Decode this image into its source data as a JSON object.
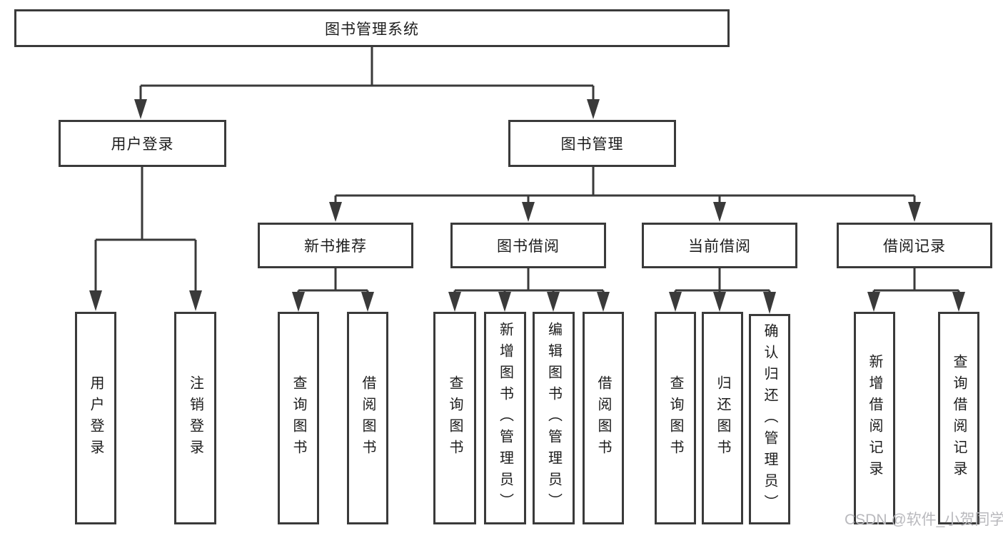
{
  "tree": {
    "root": "图书管理系统",
    "branches": [
      {
        "label": "用户登录",
        "children": [
          {
            "label": "用户登录"
          },
          {
            "label": "注销登录"
          }
        ]
      },
      {
        "label": "图书管理",
        "children": [
          {
            "label": "新书推荐",
            "children": [
              {
                "label": "查询图书"
              },
              {
                "label": "借阅图书"
              }
            ]
          },
          {
            "label": "图书借阅",
            "children": [
              {
                "label": "查询图书"
              },
              {
                "label": "新增图书（管理员）"
              },
              {
                "label": "编辑图书（管理员）"
              },
              {
                "label": "借阅图书"
              }
            ]
          },
          {
            "label": "当前借阅",
            "children": [
              {
                "label": "查询图书"
              },
              {
                "label": "归还图书"
              },
              {
                "label": "确认归还（管理员）"
              }
            ]
          },
          {
            "label": "借阅记录",
            "children": [
              {
                "label": "新增借阅记录"
              },
              {
                "label": "查询借阅记录"
              }
            ]
          }
        ]
      }
    ]
  },
  "watermark": "CSDN @软件_小贺同学",
  "colors": {
    "line": "#3a3a3a",
    "text": "#1c1c1c",
    "watermark": "#b9b9bd",
    "background": "#ffffff"
  }
}
